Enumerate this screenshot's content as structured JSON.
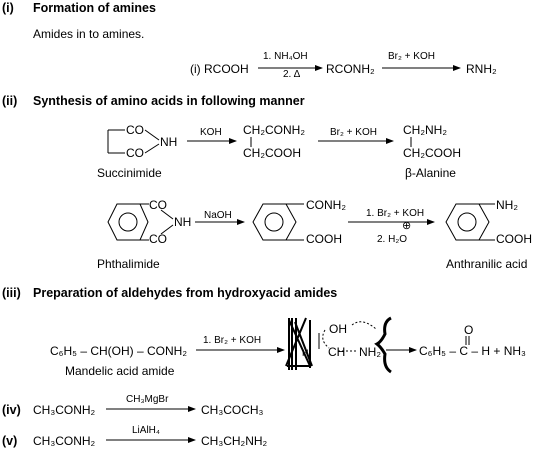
{
  "sections": {
    "i": {
      "num": "(i)",
      "title": "Formation of amines",
      "subtitle": "Amides in to amines.",
      "reaction": {
        "start": "(i) RCOOH",
        "step1_top": "1. NH₄OH",
        "step1_bottom": "2. Δ",
        "mid": "RCONH₂",
        "step2_top": "Br₂ + KOH",
        "end": "RNH₂"
      }
    },
    "ii": {
      "num": "(ii)",
      "title": "Synthesis of amino acids in following manner",
      "r1": {
        "ring_co1": "CO",
        "ring_co2": "CO",
        "ring_nh": "NH",
        "reagent1": "KOH",
        "p1_line1": "CH₂CONH₂",
        "p1_line2": "CH₂COOH",
        "reagent2": "Br₂ + KOH",
        "p2_line1": "CH₂NH₂",
        "p2_line2": "CH₂COOH",
        "name_start": "Succinimide",
        "name_end": "β-Alanine"
      },
      "r2": {
        "co1": "CO",
        "co2": "CO",
        "nh": "NH",
        "reagent1": "NaOH",
        "sub_conh2": "CONH₂",
        "sub_cooh": "COOH",
        "reagent2_top": "1. Br₂ + KOH",
        "reagent2_bottom": "2. H₂O",
        "reagent2_plus": "⊕",
        "prod_nh2": "NH₂",
        "prod_cooh": "COOH",
        "name_start": "Phthalimide",
        "name_end": "Anthranilic acid"
      }
    },
    "iii": {
      "num": "(iii)",
      "title": "Preparation of aldehydes from hydroxyacid amides",
      "start": "C₆H₅ – CH(OH) – CONH₂",
      "start_name": "Mandelic acid amide",
      "reagent": "1. Br₂ + KOH",
      "inter_oh": "OH",
      "inter_ch": "CH",
      "inter_nh2": "NH₂",
      "inter_h": "H",
      "product": "C₆H₅ – C – H + NH₃",
      "product_o": "O"
    },
    "iv": {
      "num": "(iv)",
      "start": "CH₃CONH₂",
      "reagent": "CH₃MgBr",
      "end": "CH₃COCH₃"
    },
    "v": {
      "num": "(v)",
      "start": "CH₃CONH₂",
      "reagent": "LiAlH₄",
      "end": "CH₃CH₂NH₂"
    }
  }
}
